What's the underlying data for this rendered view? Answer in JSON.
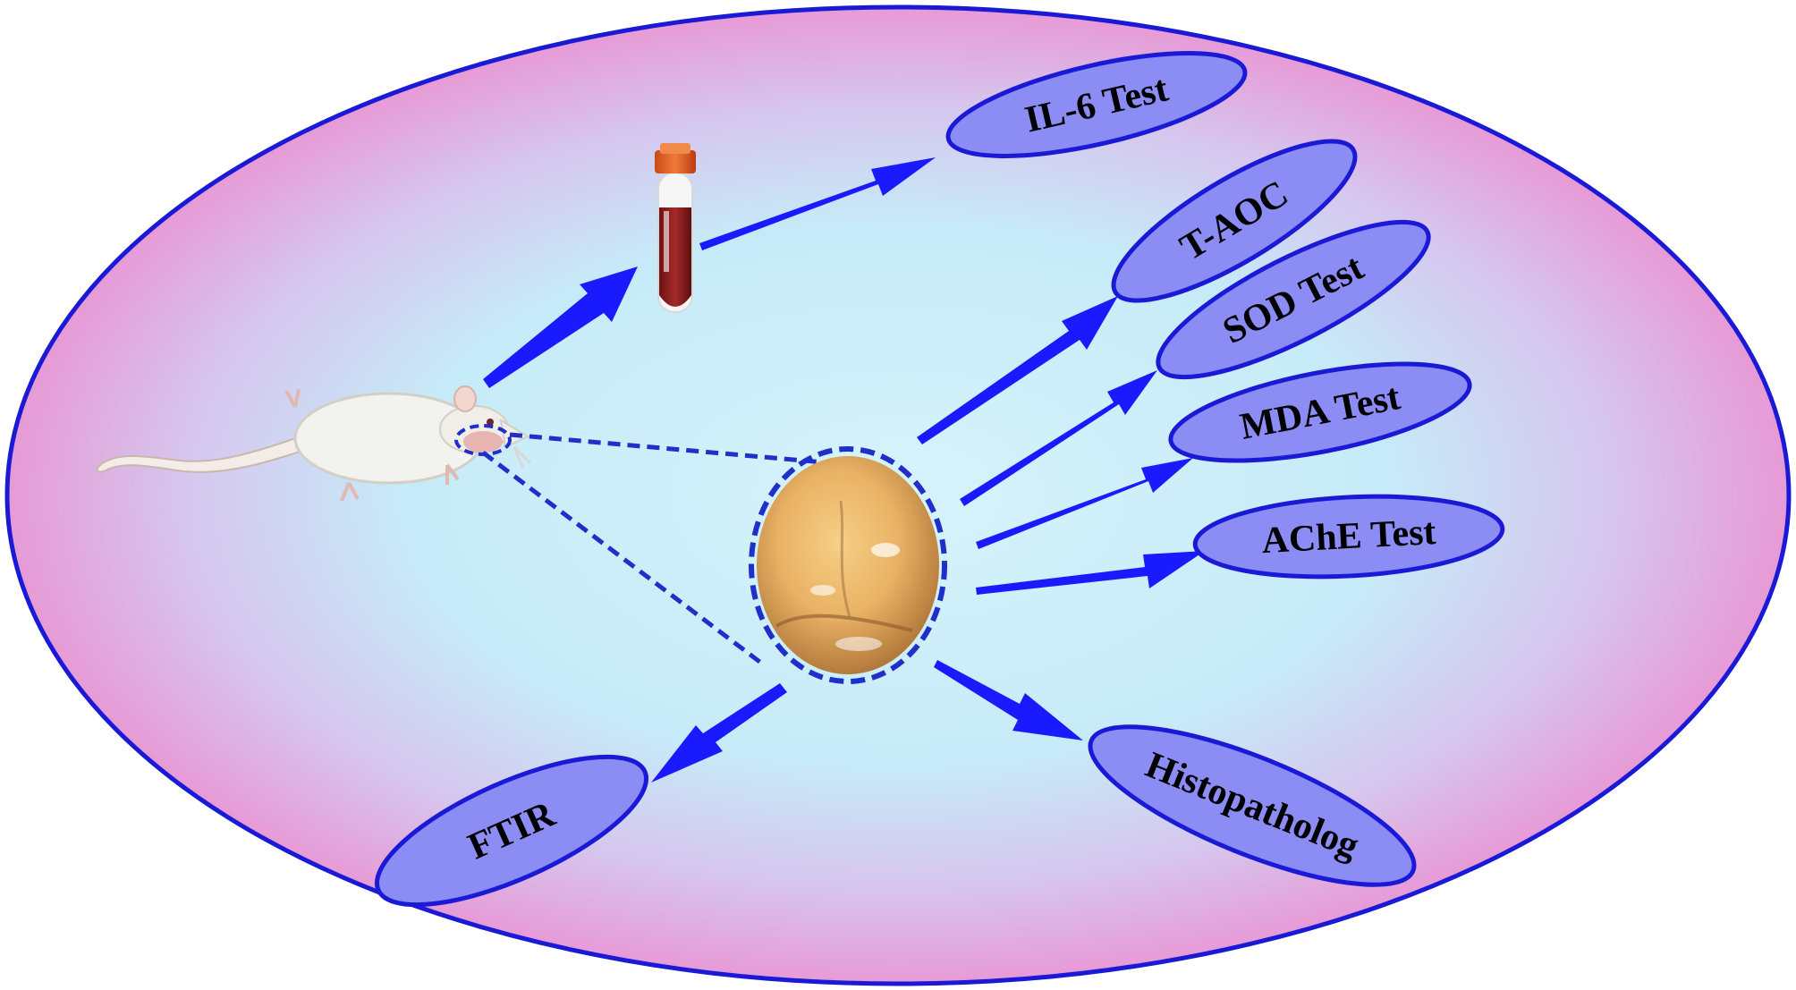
{
  "colors": {
    "outline": "#1a1ad6",
    "arrow": "#1a1aff",
    "pill_fill": "#8c8cf5",
    "dash": "#1f2fc9",
    "bg_center": "#cdeefa",
    "bg_edge": "#e69ad6"
  },
  "specimens": {
    "blood_tube_icon": "blood-tube",
    "rat_icon": "rat",
    "organ_icon": "tissue-sample"
  },
  "labels": {
    "il6": "IL-6 Test",
    "taoc": "T-AOC",
    "sod": "SOD Test",
    "mda": "MDA Test",
    "ache": "AChE Test",
    "histo": "Histopatholog",
    "ftir": "FTIR"
  }
}
